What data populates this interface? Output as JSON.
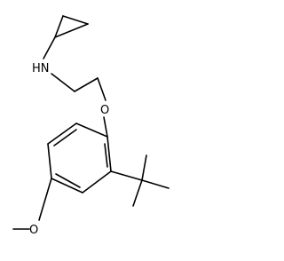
{
  "molecule": {
    "atoms": {
      "nitrogen": "HN",
      "ether_oxygen": "O",
      "methoxy_oxygen": "O"
    }
  }
}
